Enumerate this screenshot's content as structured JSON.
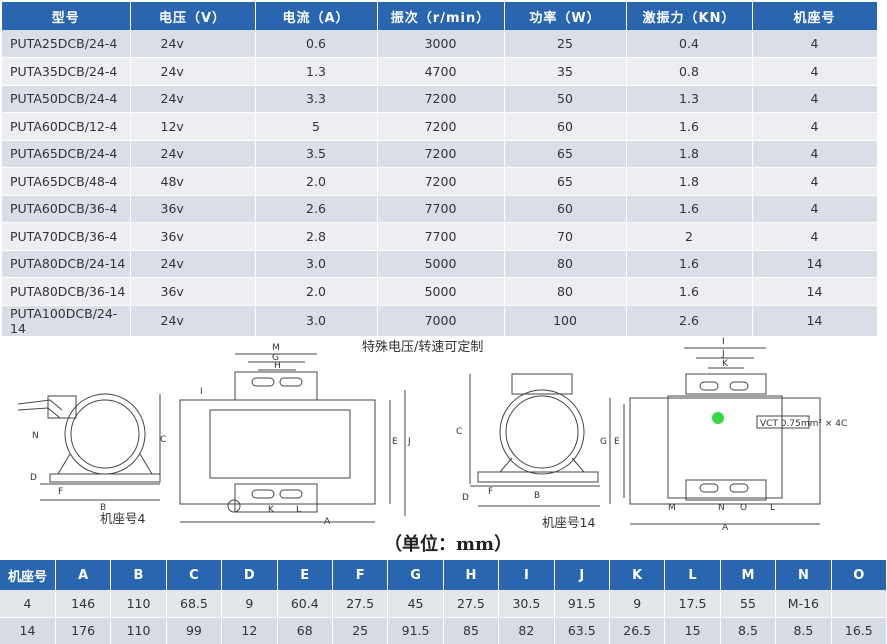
{
  "specs": {
    "headers": [
      "型号",
      "电压（V）",
      "电流（A）",
      "振次（r/min）",
      "功率（W）",
      "激振力（KN）",
      "机座号"
    ],
    "rows": [
      [
        "PUTA25DCB/24-4",
        "24v",
        "0.6",
        "3000",
        "25",
        "0.4",
        "4"
      ],
      [
        "PUTA35DCB/24-4",
        "24v",
        "1.3",
        "4700",
        "35",
        "0.8",
        "4"
      ],
      [
        "PUTA50DCB/24-4",
        "24v",
        "3.3",
        "7200",
        "50",
        "1.3",
        "4"
      ],
      [
        "PUTA60DCB/12-4",
        "12v",
        "5",
        "7200",
        "60",
        "1.6",
        "4"
      ],
      [
        "PUTA65DCB/24-4",
        "24v",
        "3.5",
        "7200",
        "65",
        "1.8",
        "4"
      ],
      [
        "PUTA65DCB/48-4",
        "48v",
        "2.0",
        "7200",
        "65",
        "1.8",
        "4"
      ],
      [
        "PUTA60DCB/36-4",
        "36v",
        "2.6",
        "7700",
        "60",
        "1.6",
        "4"
      ],
      [
        "PUTA70DCB/36-4",
        "36v",
        "2.8",
        "7700",
        "70",
        "2",
        "4"
      ],
      [
        "PUTA80DCB/24-14",
        "24v",
        "3.0",
        "5000",
        "80",
        "1.6",
        "14"
      ],
      [
        "PUTA80DCB/36-14",
        "36v",
        "2.0",
        "5000",
        "80",
        "1.6",
        "14"
      ],
      [
        "PUTA100DCB/24-14",
        "24v",
        "3.0",
        "7000",
        "100",
        "2.6",
        "14"
      ]
    ]
  },
  "note": "特殊电压/转速可定制",
  "captions": {
    "frame4": "机座号4",
    "frame14": "机座号14"
  },
  "unit": "（单位：mm）",
  "drawing_labels": {
    "letters": [
      "M",
      "G",
      "H",
      "I",
      "C",
      "E",
      "J",
      "N",
      "D",
      "F",
      "B",
      "K",
      "L",
      "A",
      "O"
    ],
    "plate_text": "VCT 0.75mm² × 4C"
  },
  "dims": {
    "headers": [
      "机座号",
      "A",
      "B",
      "C",
      "D",
      "E",
      "F",
      "G",
      "H",
      "I",
      "J",
      "K",
      "L",
      "M",
      "N",
      "O"
    ],
    "rows": [
      [
        "4",
        "146",
        "110",
        "68.5",
        "9",
        "60.4",
        "27.5",
        "45",
        "27.5",
        "30.5",
        "91.5",
        "9",
        "17.5",
        "55",
        "M-16",
        ""
      ],
      [
        "14",
        "176",
        "110",
        "99",
        "12",
        "68",
        "25",
        "91.5",
        "85",
        "82",
        "63.5",
        "26.5",
        "15",
        "8.5",
        "8.5",
        "16.5"
      ]
    ]
  },
  "colors": {
    "header_bg": "#2a66b0",
    "row_dark": "#dadfe7",
    "row_light": "#eceef1"
  }
}
